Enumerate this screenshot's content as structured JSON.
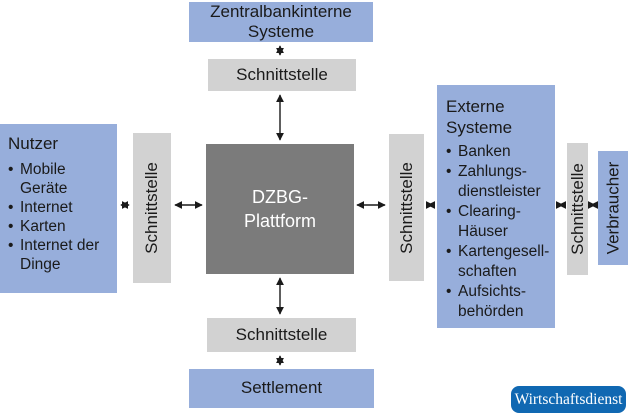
{
  "colors": {
    "box-blue": "#97aedb",
    "box-gray": "#d2d2d2",
    "box-dark": "#7b7b7b",
    "badge-blue": "#1068b2",
    "text-dark": "#1a1a1a"
  },
  "labels": {
    "zentralbank": "Zentralbankinterne\nSysteme",
    "schnittstelle": "Schnittstelle",
    "platform": "DZBG-\nPlattform",
    "settlement": "Settlement",
    "verbraucher": "Verbraucher",
    "wirtschaftsdienst": "Wirtschaftsdienst"
  },
  "nutzer": {
    "title": "Nutzer",
    "items": [
      "Mobile\nGeräte",
      "Internet",
      "Karten",
      "Internet der\nDinge"
    ]
  },
  "externe": {
    "title": "Externe\nSysteme",
    "items": [
      "Banken",
      "Zahlungs-\ndienstleister",
      "Clearing-\nHäuser",
      "Kartengesell-\nschaften",
      "Aufsichts-\nbehörden"
    ]
  }
}
